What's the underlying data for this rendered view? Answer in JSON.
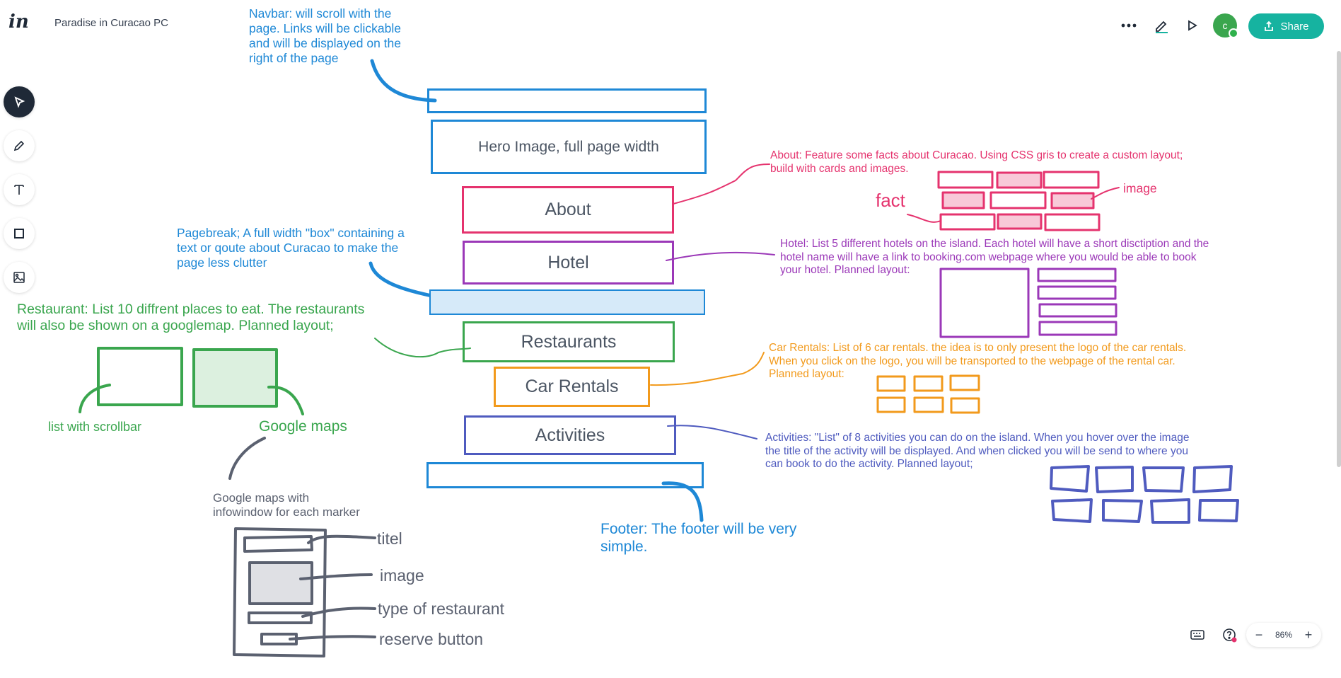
{
  "header": {
    "logo": "in",
    "title": "Paradise in Curacao PC",
    "avatar_initial": "c",
    "share_label": "Share"
  },
  "icons": {
    "more": "more-horizontal-icon",
    "edit": "pencil-icon",
    "play": "play-icon",
    "share": "share-icon",
    "select": "cursor-arrow-icon",
    "pen": "pen-icon",
    "text": "text-icon",
    "rect": "rectangle-icon",
    "image": "image-icon",
    "keyboard": "keyboard-icon",
    "help": "help-icon"
  },
  "zoom": {
    "minus": "−",
    "value": "86%",
    "plus": "+"
  },
  "colors": {
    "blue": "#1e88d6",
    "pink": "#e5336e",
    "purple": "#9b38b8",
    "green": "#3aa64e",
    "orange": "#f29a1c",
    "indigo": "#4f5bbf",
    "gray": "#5b6170",
    "accent": "#16b3a0"
  },
  "wireframe": {
    "hero": "Hero Image, full page width",
    "about": "About",
    "hotel": "Hotel",
    "restaurants": "Restaurants",
    "car_rentals": "Car Rentals",
    "activities": "Activities"
  },
  "notes": {
    "navbar": [
      "Navbar: will scroll with the",
      "page. Links will be clickable",
      "and will be displayed on the",
      "right of the page"
    ],
    "pagebreak": [
      "Pagebreak; A full width \"box\" containing a",
      "text or qoute about Curacao to make the",
      "page less clutter"
    ],
    "restaurant": [
      "Restaurant: List 10 diffrent places to eat. The restaurants",
      "will also be shown on a googlemap. Planned layout;"
    ],
    "list_scrollbar": "list with scrollbar",
    "google_maps": "Google maps",
    "infowindow": [
      "Google maps with",
      "infowindow for each marker"
    ],
    "titel": "titel",
    "image_label": "image",
    "type_label": "type of restaurant",
    "reserve_label": "reserve button",
    "about": [
      "About: Feature some facts about Curacao. Using CSS gris to create a custom layout;",
      "build with cards and images."
    ],
    "fact": "fact",
    "about_image": "image",
    "hotel": [
      "Hotel: List 5 different hotels on the island. Each hotel will have a short disctiption and the",
      "hotel name will have a link to booking.com webpage where you would be able to book",
      "your hotel. Planned layout:"
    ],
    "car": [
      "Car Rentals: List of 6 car rentals. the idea is to only present the logo of the car rentals.",
      "When you click on the logo, you will be transported to the webpage of the rental car.",
      "Planned layout:"
    ],
    "activities": [
      "Activities: \"List\" of 8 activities you can do on the island. When you hover over the image",
      "the title of the activity will be displayed. And when clicked you will be send to where you",
      "can book to do the activity. Planned layout;"
    ],
    "footer": [
      "Footer: The footer will be very",
      "simple."
    ]
  }
}
